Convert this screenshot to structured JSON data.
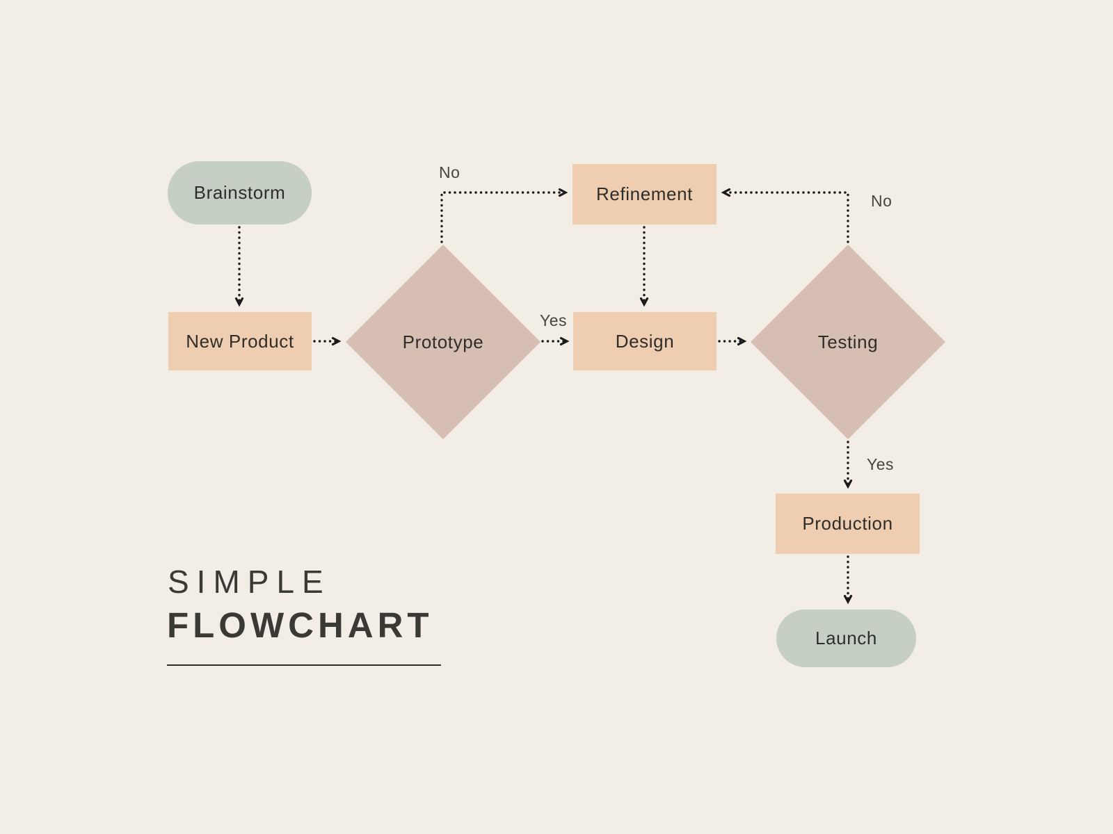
{
  "title": {
    "line1": "SIMPLE",
    "line2": "FLOWCHART"
  },
  "nodes": {
    "brainstorm": {
      "label": "Brainstorm",
      "type": "terminal"
    },
    "new_product": {
      "label": "New Product",
      "type": "process"
    },
    "prototype": {
      "label": "Prototype",
      "type": "decision"
    },
    "refinement": {
      "label": "Refinement",
      "type": "process"
    },
    "design": {
      "label": "Design",
      "type": "process"
    },
    "testing": {
      "label": "Testing",
      "type": "decision"
    },
    "production": {
      "label": "Production",
      "type": "process"
    },
    "launch": {
      "label": "Launch",
      "type": "terminal"
    }
  },
  "edge_labels": {
    "prototype_no": "No",
    "prototype_yes": "Yes",
    "testing_no": "No",
    "testing_yes": "Yes"
  },
  "edges": [
    {
      "from": "brainstorm",
      "to": "new_product"
    },
    {
      "from": "new_product",
      "to": "prototype"
    },
    {
      "from": "prototype",
      "to": "refinement",
      "label": "No"
    },
    {
      "from": "prototype",
      "to": "design",
      "label": "Yes"
    },
    {
      "from": "refinement",
      "to": "design"
    },
    {
      "from": "design",
      "to": "testing"
    },
    {
      "from": "testing",
      "to": "refinement",
      "label": "No"
    },
    {
      "from": "testing",
      "to": "production",
      "label": "Yes"
    },
    {
      "from": "production",
      "to": "launch"
    }
  ],
  "colors": {
    "background": "#f2ede5",
    "terminal": "#c5cfc4",
    "process": "#eecdb0",
    "decision": "#d6beb2",
    "connector": "#1a1a1a",
    "text": "#2f2d29",
    "label": "#474440",
    "title": "#3b3935"
  }
}
